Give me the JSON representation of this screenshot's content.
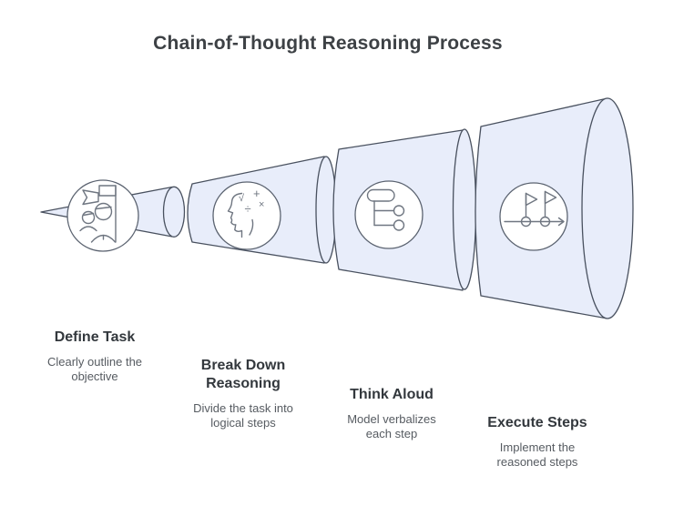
{
  "title": "Chain-of-Thought Reasoning Process",
  "colors": {
    "funnel_fill": "#e8edfa",
    "funnel_stroke": "#49515f",
    "circle_fill": "#ffffff",
    "circle_stroke": "#5b6370",
    "icon_stroke": "#6f7681",
    "title_color": "#3d4145",
    "stage_title_color": "#33383d",
    "stage_desc_color": "#565b61"
  },
  "stages": [
    {
      "title_lines": [
        "Define Task"
      ],
      "desc_lines": [
        "Clearly outline the",
        "objective"
      ],
      "icon": "team-goal-flag-icon"
    },
    {
      "title_lines": [
        "Break Down",
        "Reasoning"
      ],
      "desc_lines": [
        "Divide the task into",
        "logical steps"
      ],
      "icon": "head-math-icon",
      "symbols": {
        "sqrt": "√",
        "plus": "+",
        "divide": "÷",
        "times": "×"
      }
    },
    {
      "title_lines": [
        "Think Aloud"
      ],
      "desc_lines": [
        "Model verbalizes",
        "each step"
      ],
      "icon": "flowchart-icon"
    },
    {
      "title_lines": [
        "Execute Steps"
      ],
      "desc_lines": [
        "Implement the",
        "reasoned steps"
      ],
      "icon": "milestone-flags-icon"
    }
  ]
}
